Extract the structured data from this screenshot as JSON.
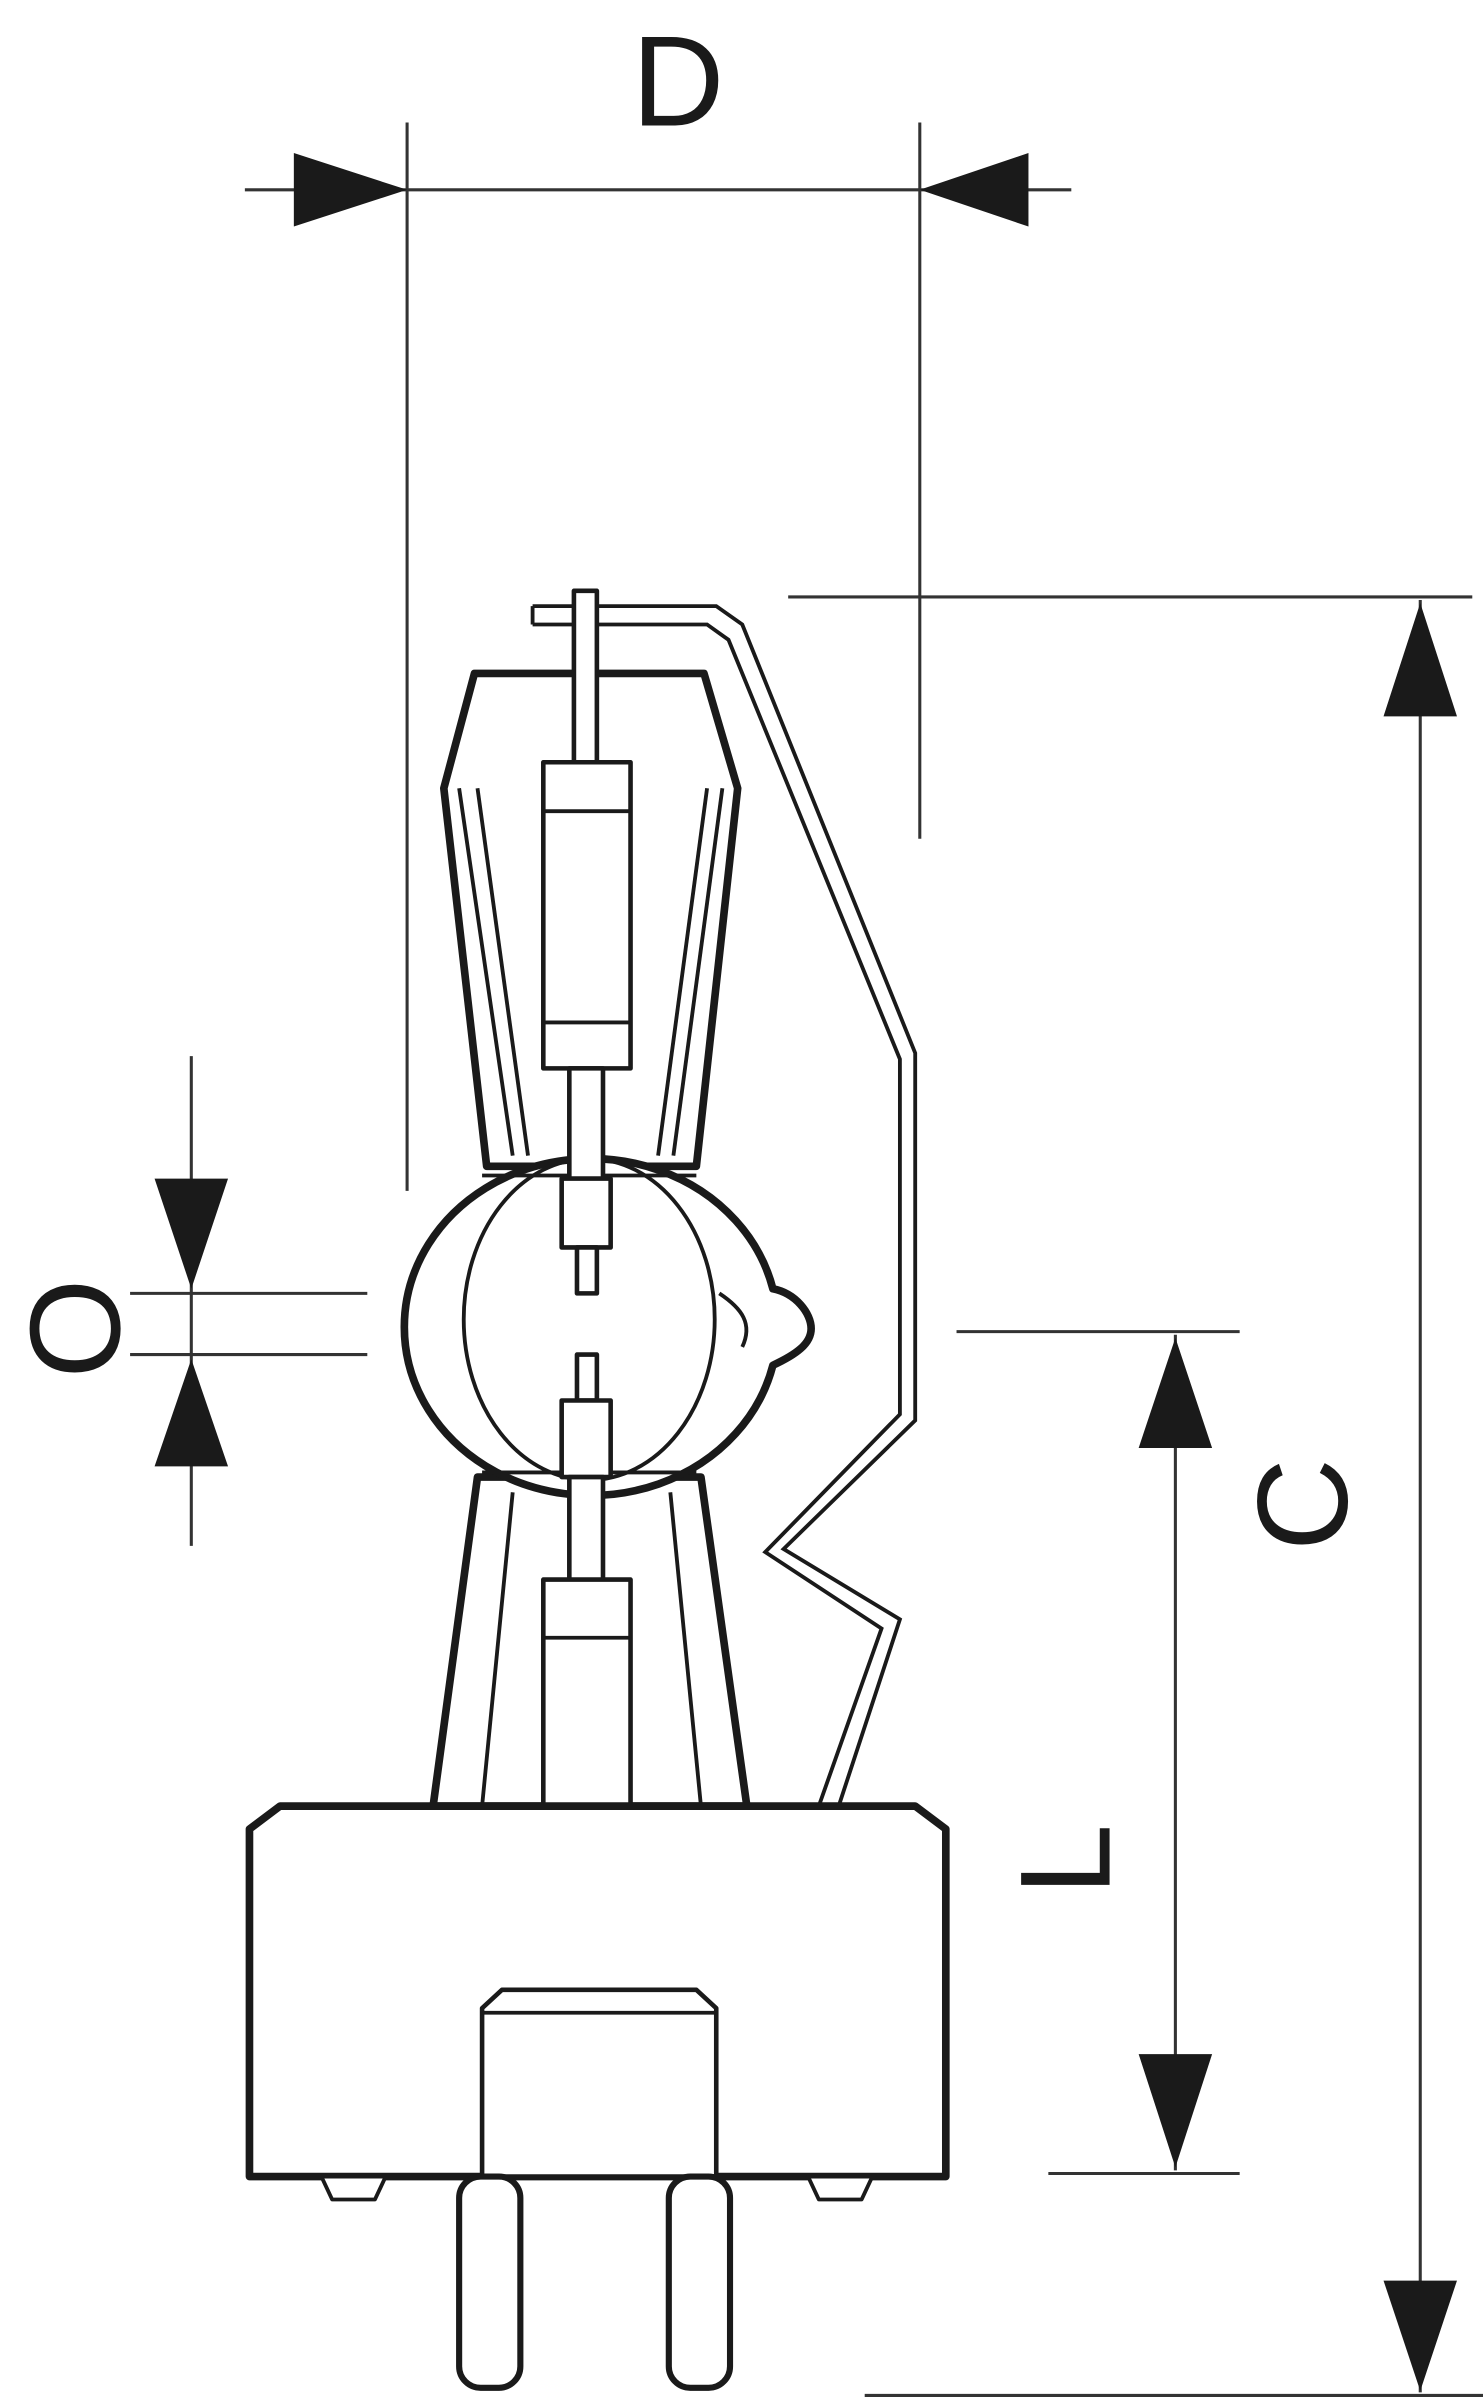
{
  "diagram": {
    "labels": {
      "D": "D",
      "C": "C",
      "L": "L",
      "O": "O"
    },
    "colors": {
      "ink": "#1a1a1a",
      "background": "#ffffff"
    }
  }
}
